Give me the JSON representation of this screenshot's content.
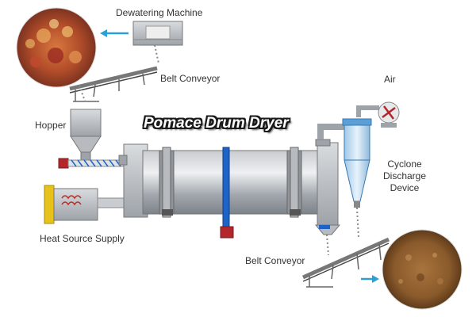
{
  "title": "Pomace Drum Dryer",
  "labels": {
    "dewatering_machine": "Dewatering Machine",
    "belt_conveyor_top": "Belt Conveyor",
    "hopper": "Hopper",
    "air": "Air",
    "cyclone_line1": "Cyclone",
    "cyclone_line2": "Discharge",
    "cyclone_line3": "Device",
    "heat_source_supply": "Heat Source Supply",
    "belt_conveyor_bottom": "Belt Conveyor"
  },
  "colors": {
    "drum": "#a9aeb3",
    "pipe": "#1e63c8",
    "arrow": "#2aa0d8",
    "motor": "#b3262b",
    "heater": "#e6c21a",
    "pomace_wet": "#b8532a",
    "pomace_dry": "#8a5a2b"
  }
}
